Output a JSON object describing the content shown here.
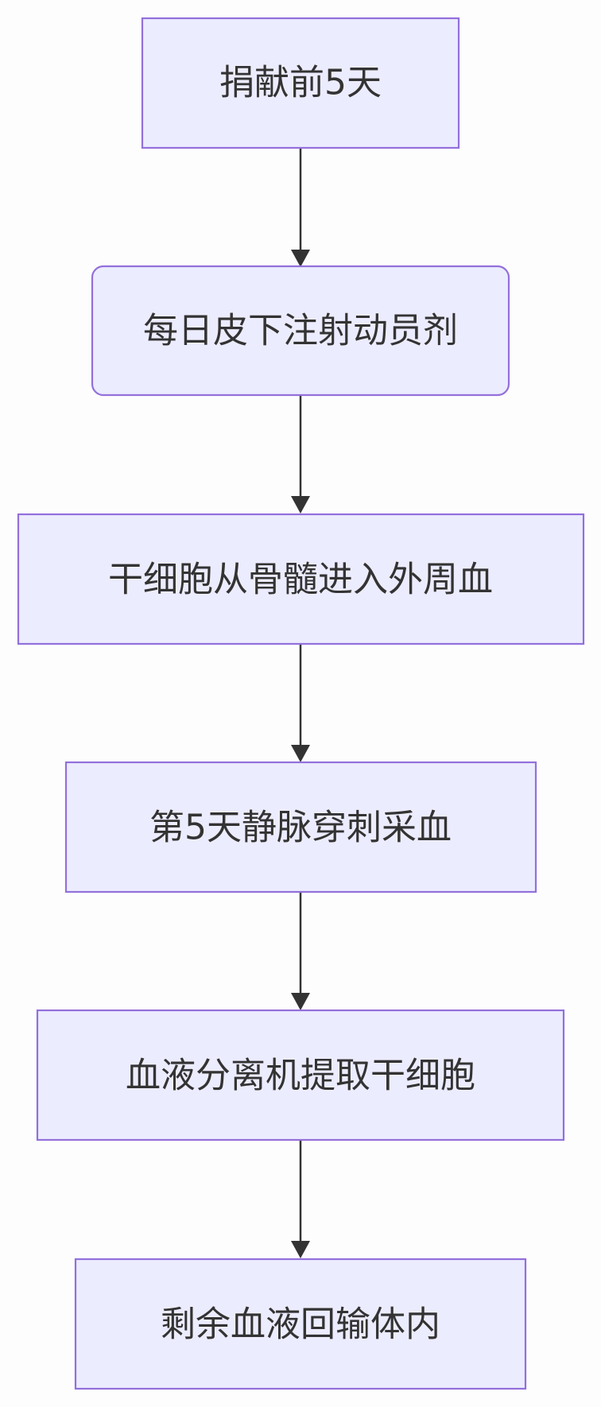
{
  "flowchart": {
    "nodes": [
      {
        "id": "n1",
        "label": "捐献前5天",
        "shape": "rect"
      },
      {
        "id": "n2",
        "label": "每日皮下注射动员剂",
        "shape": "rounded"
      },
      {
        "id": "n3",
        "label": "干细胞从骨髓进入外周血",
        "shape": "rect"
      },
      {
        "id": "n4",
        "label": "第5天静脉穿刺采血",
        "shape": "rect"
      },
      {
        "id": "n5",
        "label": "血液分离机提取干细胞",
        "shape": "rect"
      },
      {
        "id": "n6",
        "label": "剩余血液回输体内",
        "shape": "rect"
      }
    ],
    "edges": [
      {
        "from": "n1",
        "to": "n2"
      },
      {
        "from": "n2",
        "to": "n3"
      },
      {
        "from": "n3",
        "to": "n4"
      },
      {
        "from": "n4",
        "to": "n5"
      },
      {
        "from": "n5",
        "to": "n6"
      }
    ],
    "colors": {
      "node_fill": "#ececff",
      "node_stroke": "#9370db",
      "edge": "#333333",
      "text": "#333333",
      "background": "#fdfdfd"
    }
  }
}
